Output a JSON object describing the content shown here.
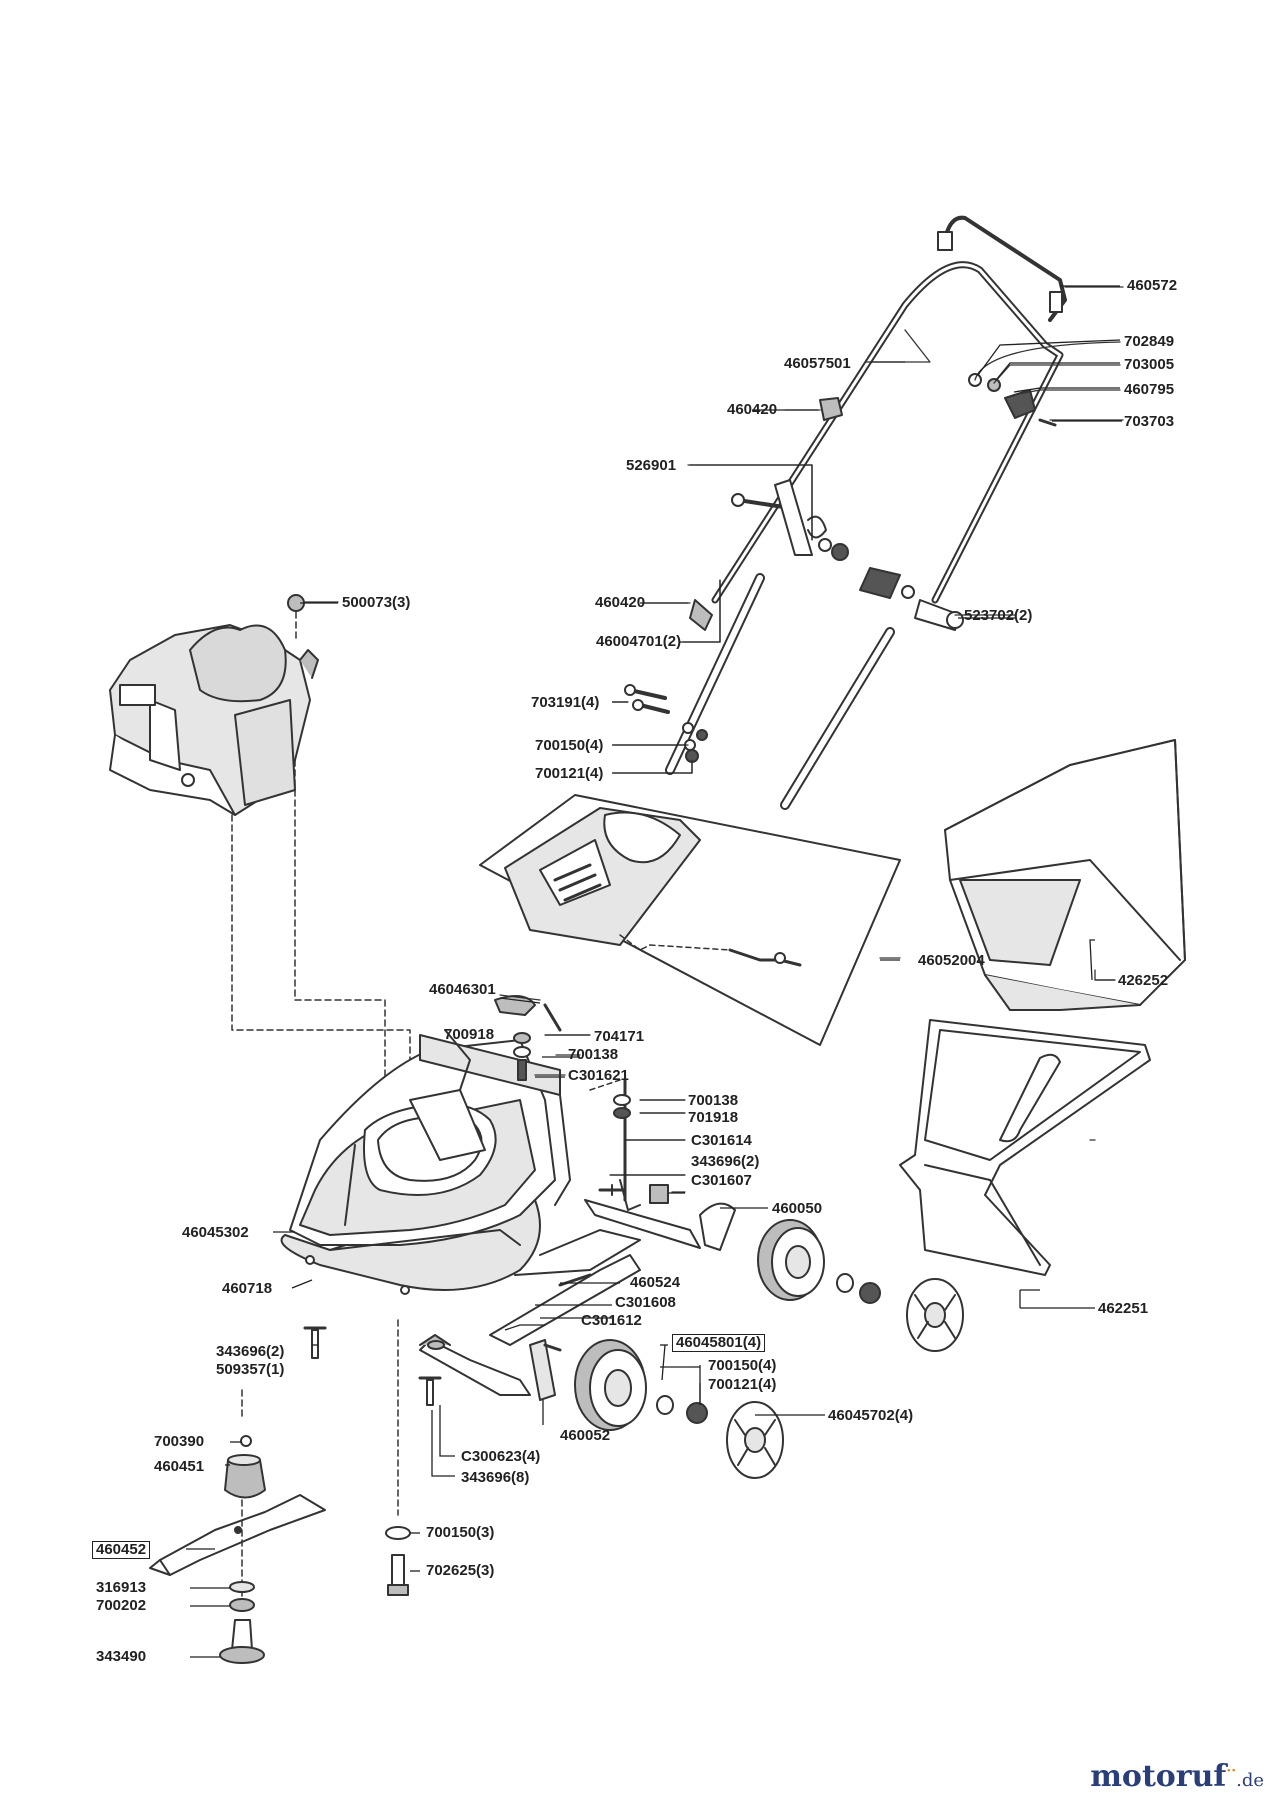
{
  "diagram": {
    "labels": {
      "l460572": "460572",
      "l702849": "702849",
      "l703005": "703005",
      "l460795": "460795",
      "l703703": "703703",
      "l46057501": "46057501",
      "l460420a": "460420",
      "l526901": "526901",
      "l500073": "500073(3)",
      "l460420b": "460420",
      "l523702": "523702(2)",
      "l46004701": "46004701(2)",
      "l703191": "703191(4)",
      "l700150a": "700150(4)",
      "l700121a": "700121(4)",
      "l46052004": "46052004",
      "l426252": "426252",
      "l46046301": "46046301",
      "l700918": "700918",
      "l704171": "704171",
      "l700138a": "700138",
      "lC301621": "C301621",
      "l700138b": "700138",
      "l701918": "701918",
      "lC301614": "C301614",
      "l343696a": "343696(2)",
      "lC301607": "C301607",
      "l460050": "460050",
      "l46045302": "46045302",
      "l460524": "460524",
      "lC301608": "C301608",
      "l460718": "460718",
      "lC301612": "C301612",
      "l462251": "462251",
      "l46045801": "46045801(4)",
      "l343696b": "343696(2)",
      "l509357": "509357(1)",
      "l700150b": "700150(4)",
      "l700121b": "700121(4)",
      "l46045702": "46045702(4)",
      "l460052": "460052",
      "lC300623": "C300623(4)",
      "l700390": "700390",
      "l343696c": "343696(8)",
      "l460451": "460451",
      "l700150c": "700150(3)",
      "l460452": "460452",
      "l702625": "702625(3)",
      "l316913": "316913",
      "l700202": "700202",
      "l343490": "343490"
    }
  },
  "logo": {
    "name": "motoruf",
    "dots": "··",
    "tld": ".de"
  },
  "colors": {
    "line": "#222222",
    "part": "#333333",
    "fill_light": "#e6e6e6",
    "fill_mid": "#bdbdbd",
    "logo_blue": "#2a3e7a",
    "logo_orange": "#e08a1c"
  }
}
